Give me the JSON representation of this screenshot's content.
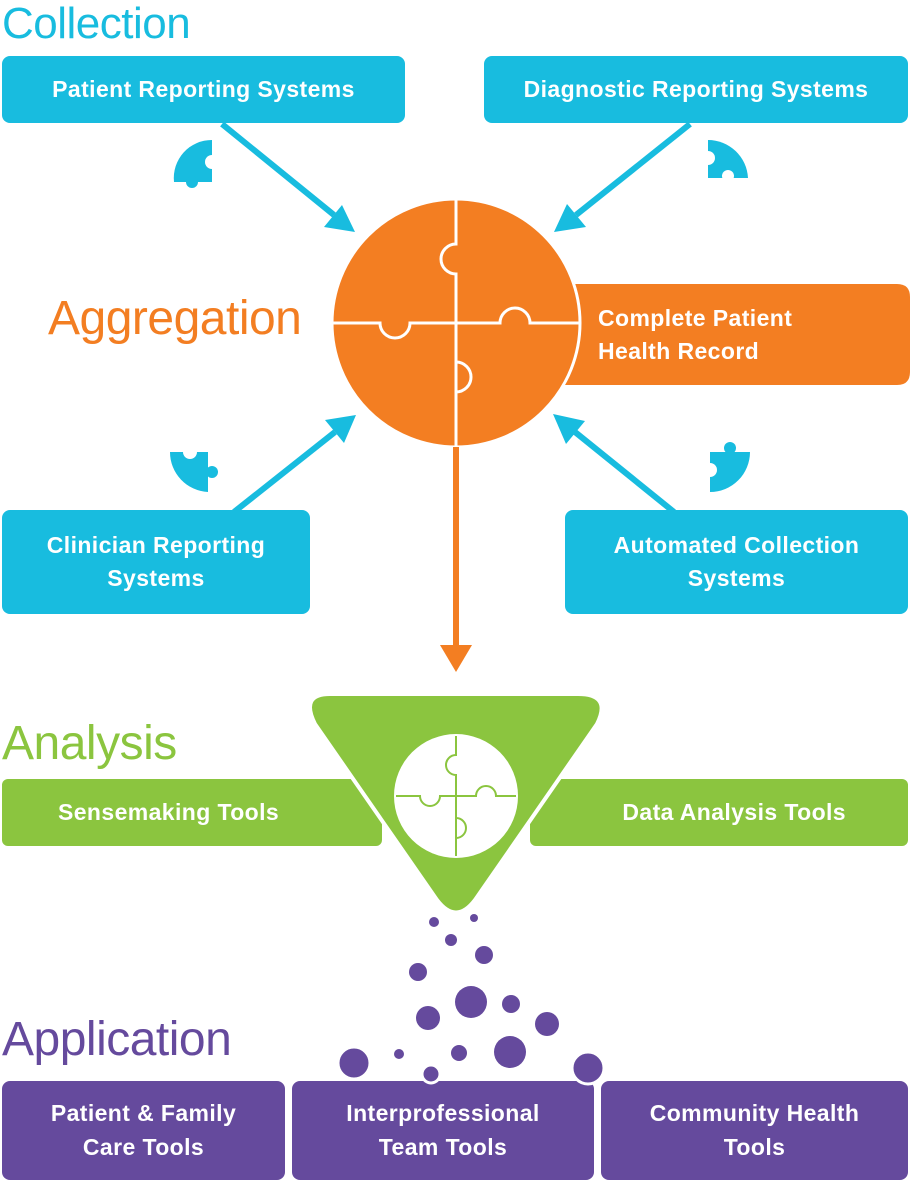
{
  "sections": {
    "collection": "Collection",
    "aggregation": "Aggregation",
    "analysis": "Analysis",
    "application": "Application"
  },
  "collection_sources": {
    "patient": "Patient Reporting Systems",
    "diagnostic": "Diagnostic Reporting Systems",
    "clinician_line1": "Clinician Reporting",
    "clinician_line2": "Systems",
    "automated_line1": "Automated Collection",
    "automated_line2": "Systems"
  },
  "aggregation_output": {
    "line1": "Complete Patient",
    "line2": "Health Record"
  },
  "analysis_tools": {
    "left": "Sensemaking Tools",
    "right": "Data Analysis Tools"
  },
  "application_tools": {
    "patient_family_line1": "Patient & Family",
    "patient_family_line2": "Care Tools",
    "interprofessional_line1": "Interprofessional",
    "interprofessional_line2": "Team Tools",
    "community_line1": "Community Health",
    "community_line2": "Tools"
  },
  "colors": {
    "collection": "#18bcdf",
    "aggregation": "#f37e22",
    "analysis": "#8bc53f",
    "application": "#654a9d"
  },
  "icons": [
    "puzzle-circle-icon",
    "puzzle-piece-icon",
    "funnel-icon",
    "data-dot-icon"
  ]
}
